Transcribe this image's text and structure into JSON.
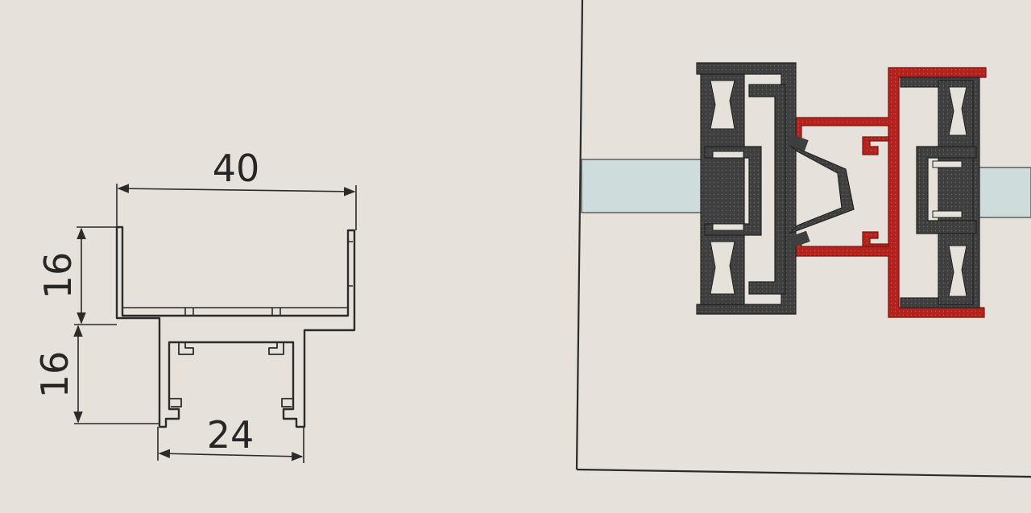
{
  "dimensions": {
    "top_width": "40",
    "upper_height": "16",
    "lower_height": "16",
    "bottom_width": "24"
  },
  "colors": {
    "paper": "#e6e2db",
    "line": "#2b2b2b",
    "frame_dark": "#3f3f3f",
    "frame_red": "#b3221d",
    "glass": "#cfdcdc"
  }
}
